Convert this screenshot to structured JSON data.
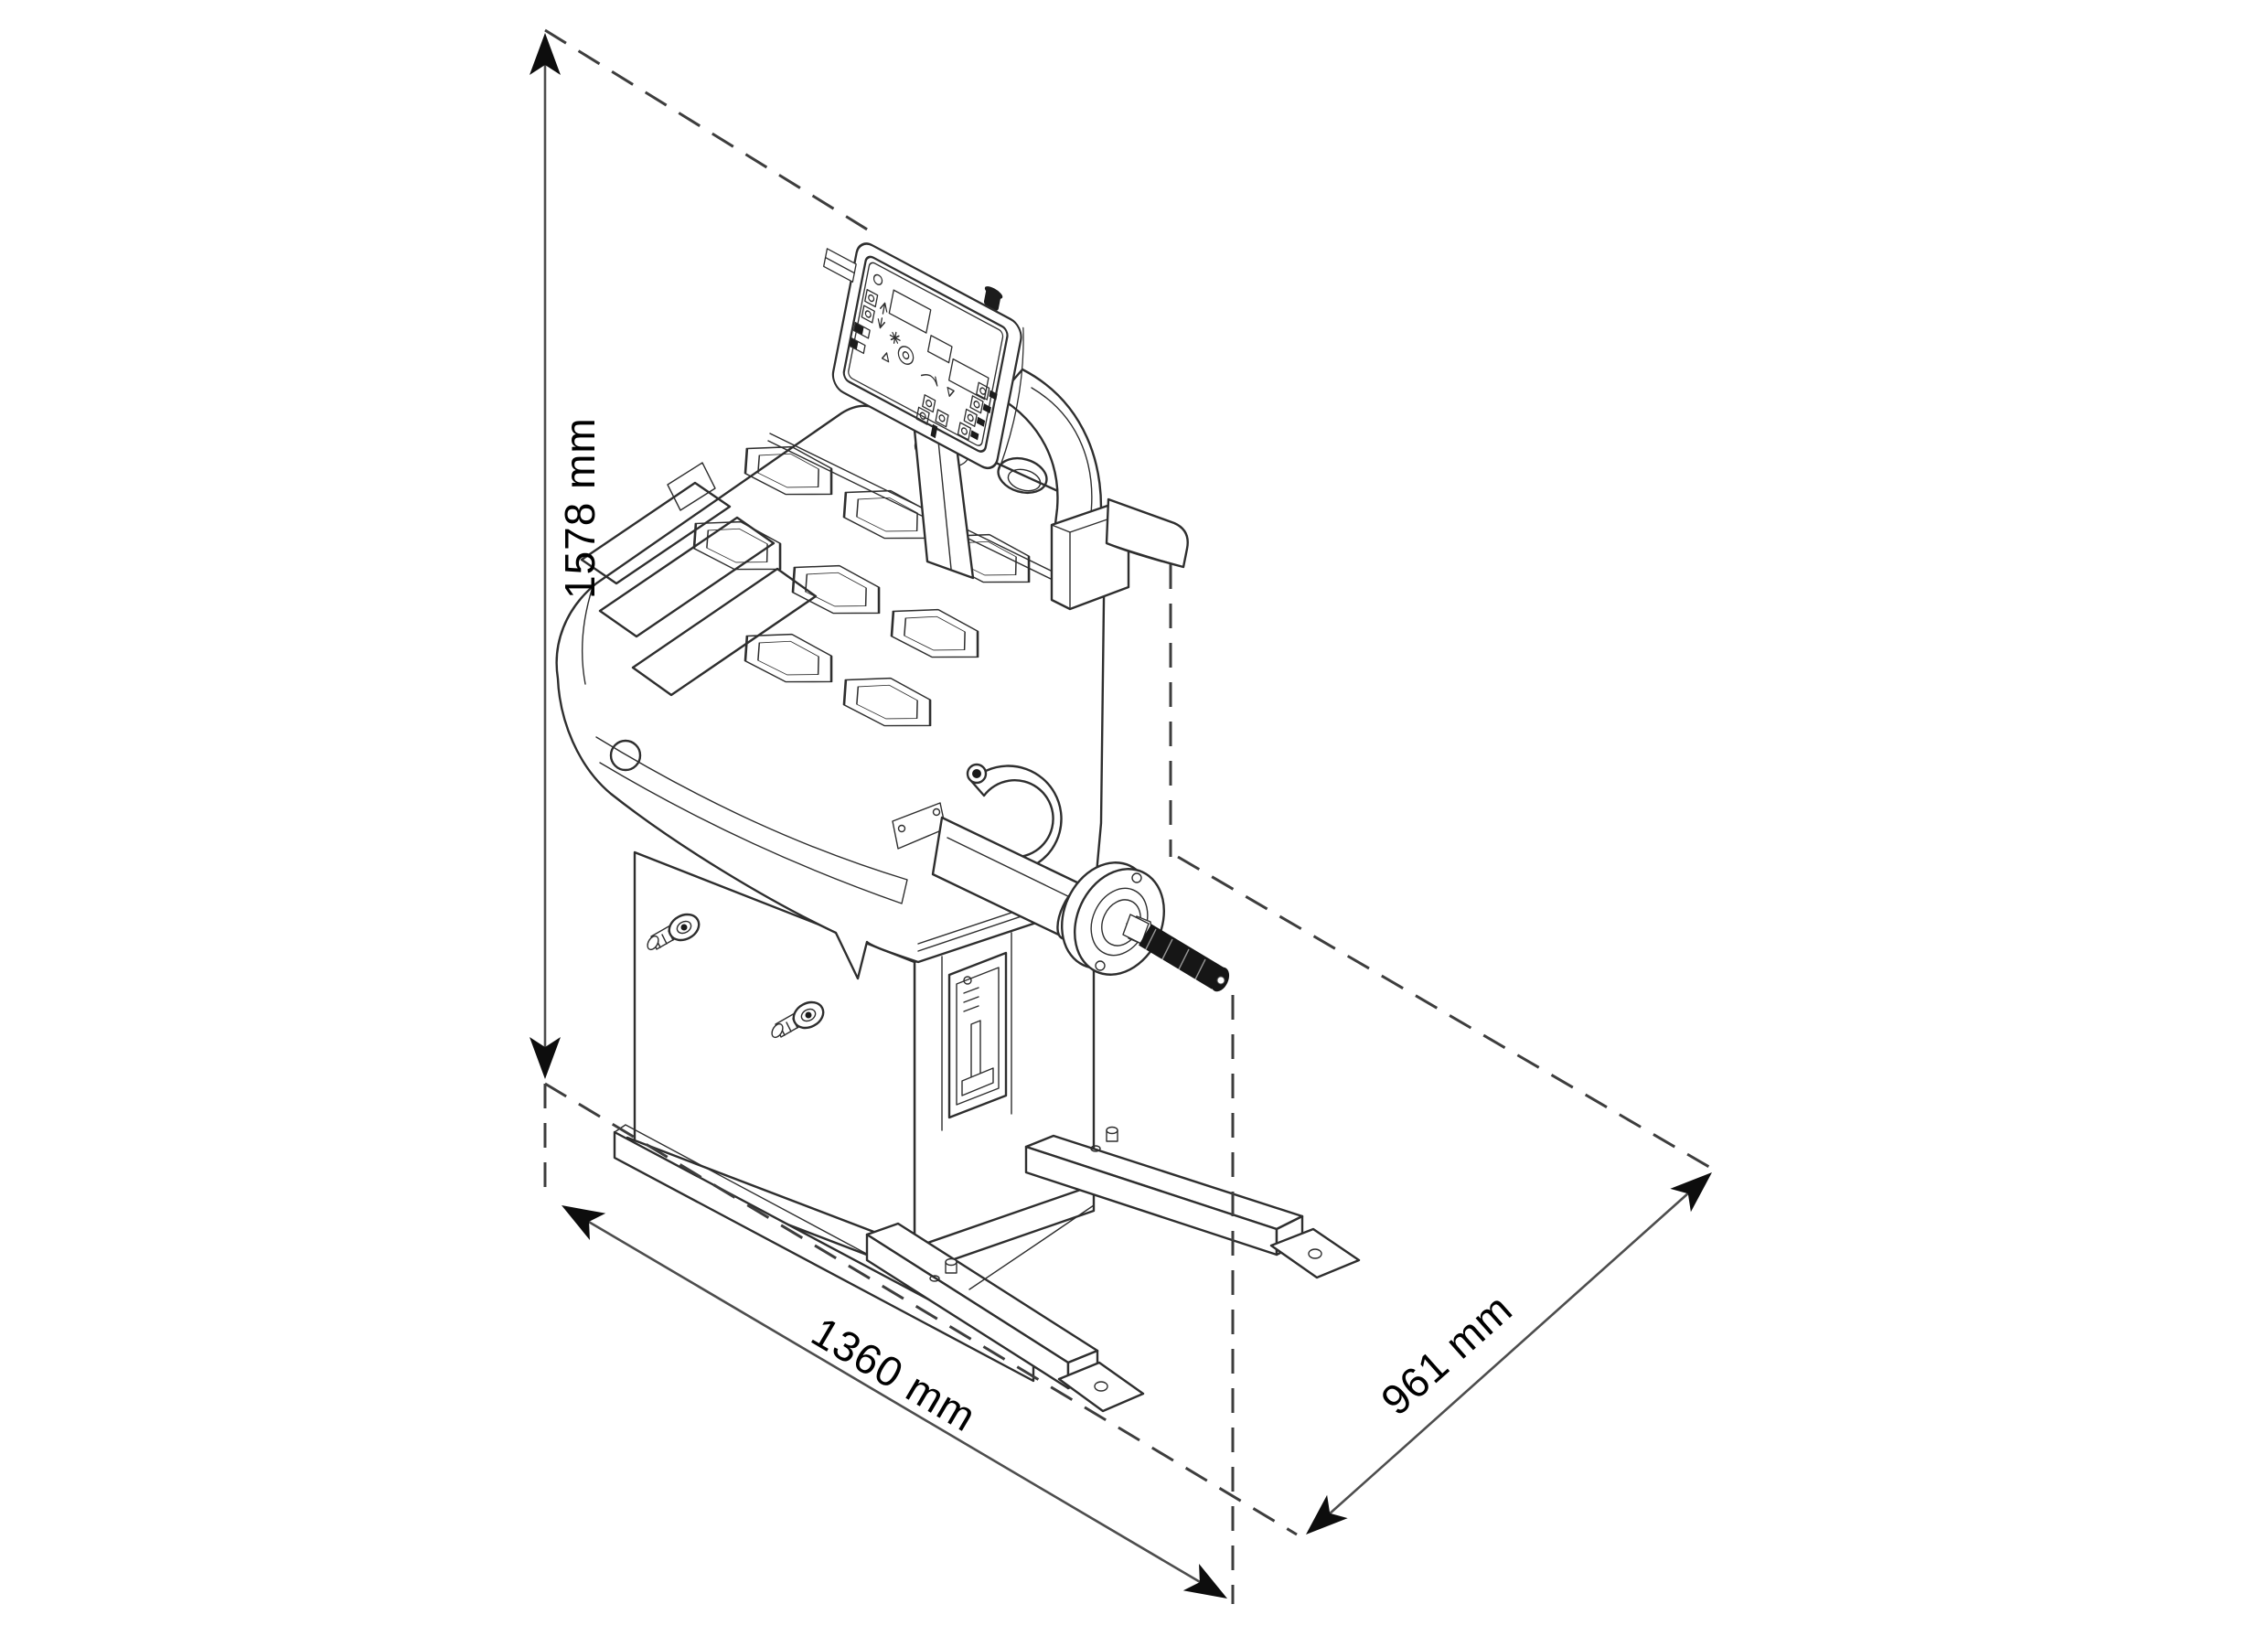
{
  "diagram": {
    "subject": "wheel-balancer-dimensional-drawing",
    "colors": {
      "background": "#ffffff",
      "machine_line": "#2e2e2e",
      "dimension_line": "#4d4d4d",
      "dashed_line": "#3d3d3d",
      "label_text": "#000000"
    },
    "dimensions": {
      "height": {
        "label": "1578 mm",
        "orientation": "vertical"
      },
      "width": {
        "label": "1360 mm",
        "orientation": "diagonal-left"
      },
      "depth": {
        "label": "961 mm",
        "orientation": "diagonal-right"
      }
    }
  }
}
